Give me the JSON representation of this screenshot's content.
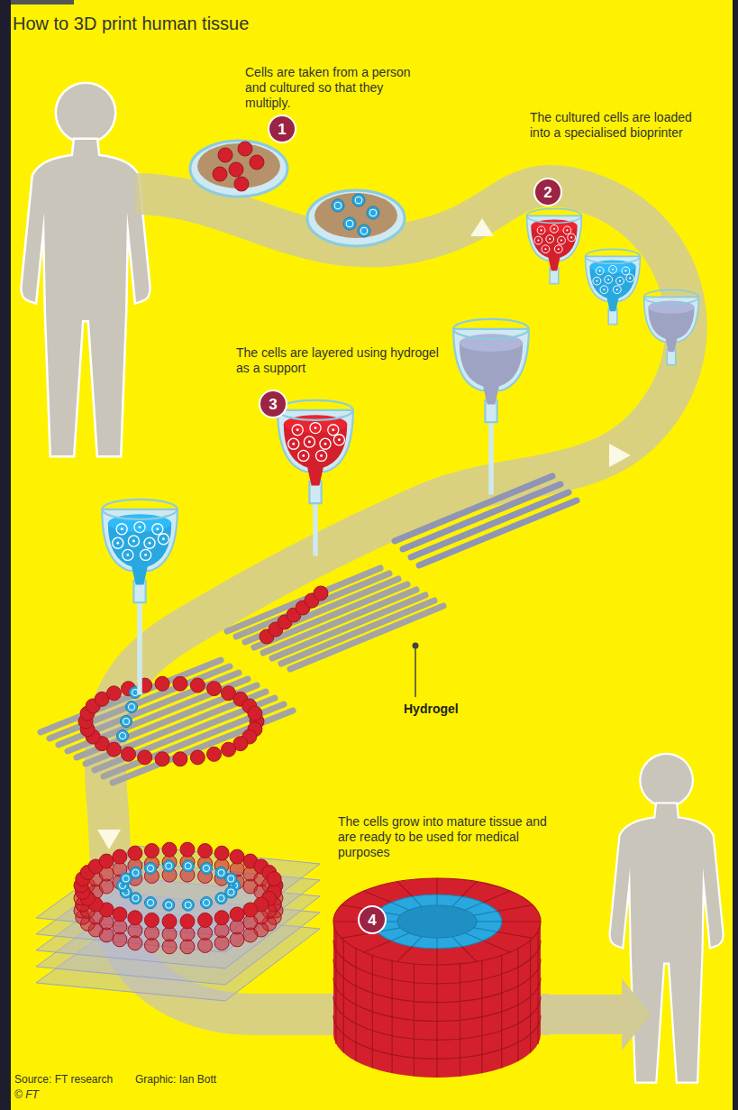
{
  "diagram": {
    "title": "How to 3D print human tissue",
    "nodes": [
      {
        "text": [
          "1"
        ]
      },
      {
        "text": [
          "2"
        ]
      },
      {
        "text": [
          "3"
        ]
      },
      {
        "text": [
          "4"
        ]
      }
    ],
    "labels": [
      "Cells are taken from a person and cultured so that they multiply.",
      "The cultured cells are loaded into a specialised bioprinter",
      "The cells are layered using hydrogel as a support",
      "The cells grow into mature tissue and are ready to be used for medical purposes",
      "Hydrogel",
      "Source: FT research",
      "Graphic: Ian Bott",
      "© FT"
    ]
  }
}
